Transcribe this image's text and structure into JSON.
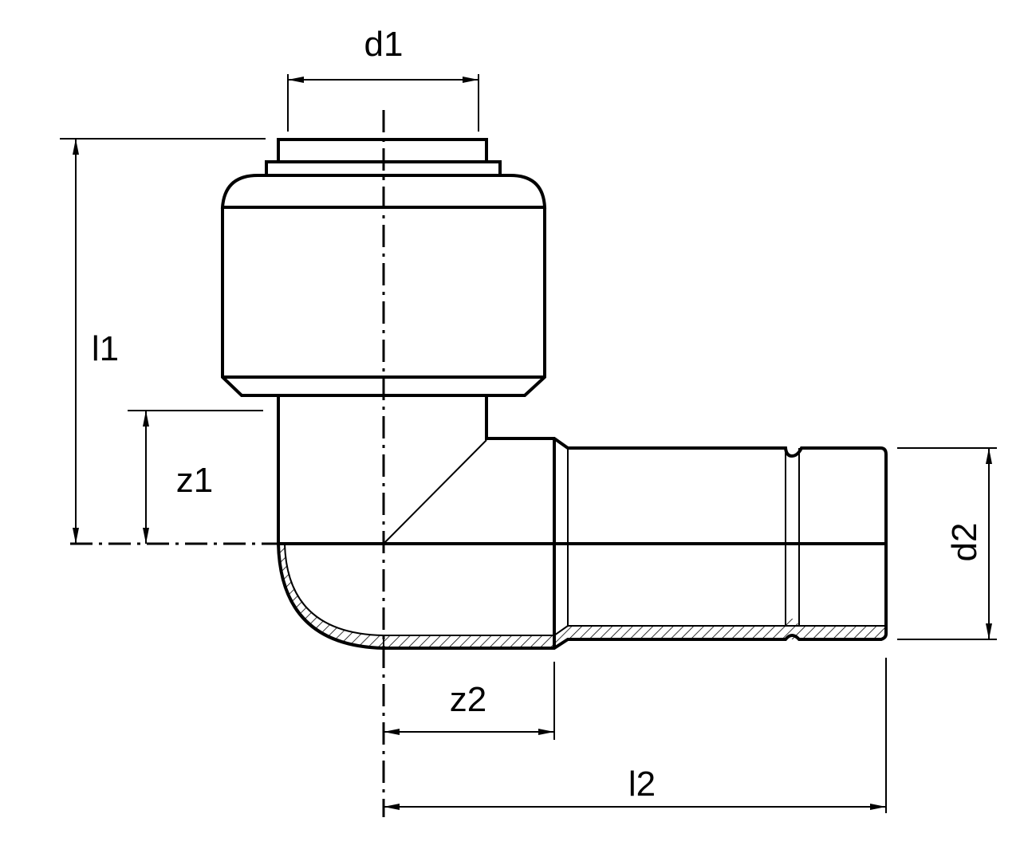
{
  "drawing": {
    "title": "Elbow fitting dimension drawing",
    "dimensions": {
      "d1": "d1",
      "d2": "d2",
      "l1": "l1",
      "l2": "l2",
      "z1": "z1",
      "z2": "z2"
    },
    "colors": {
      "line": "#000000",
      "background": "#ffffff"
    }
  }
}
